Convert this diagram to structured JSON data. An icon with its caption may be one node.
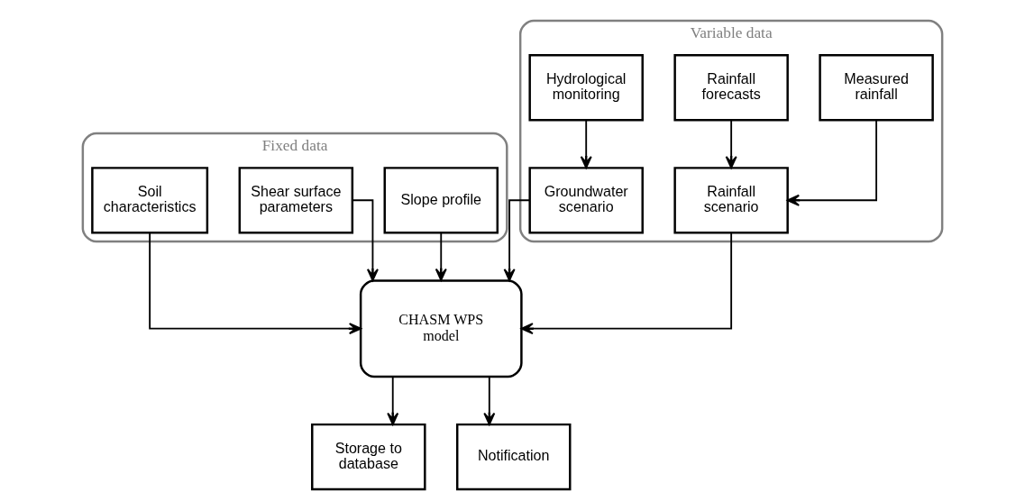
{
  "diagram": {
    "nodes": [
      {
        "text": [
          "Fixed data"
        ]
      },
      {
        "text": [
          "Slope profile"
        ],
        "in": 0
      },
      {
        "text": [
          "Shear surface parameters"
        ],
        "in": 0
      },
      {
        "text": [
          "Soil characteristics"
        ],
        "in": 0
      },
      {
        "text": [
          "Variable data"
        ]
      },
      {
        "text": [
          "Measured rainfall"
        ],
        "in": 4
      },
      {
        "text": [
          "Rainfall forecasts"
        ],
        "in": 4
      },
      {
        "text": [
          "Hydrological monitoring"
        ],
        "in": 4
      },
      {
        "text": [
          "Rainfall scenario"
        ],
        "in": 4
      },
      {
        "text": [
          "Groundwater scenario"
        ],
        "in": 4
      },
      {
        "text": [
          "CHASM WPS model"
        ]
      },
      {
        "text": [
          "Storage to database"
        ]
      },
      {
        "text": [
          "Notification"
        ]
      }
    ],
    "edges": [
      {
        "from": 1,
        "to": 10,
        "arrow": "to"
      },
      {
        "from": 2,
        "to": 10,
        "arrow": "to"
      },
      {
        "from": 3,
        "to": 10,
        "arrow": "to"
      },
      {
        "from": 5,
        "to": 8,
        "arrow": "to"
      },
      {
        "from": 6,
        "to": 8,
        "arrow": "to"
      },
      {
        "from": 7,
        "to": 9,
        "arrow": "to"
      },
      {
        "from": 8,
        "to": 10,
        "arrow": "to"
      },
      {
        "from": 9,
        "to": 10,
        "arrow": "to"
      },
      {
        "from": 10,
        "to": 11,
        "arrow": "to"
      },
      {
        "from": 10,
        "to": 12,
        "arrow": "to"
      }
    ]
  }
}
